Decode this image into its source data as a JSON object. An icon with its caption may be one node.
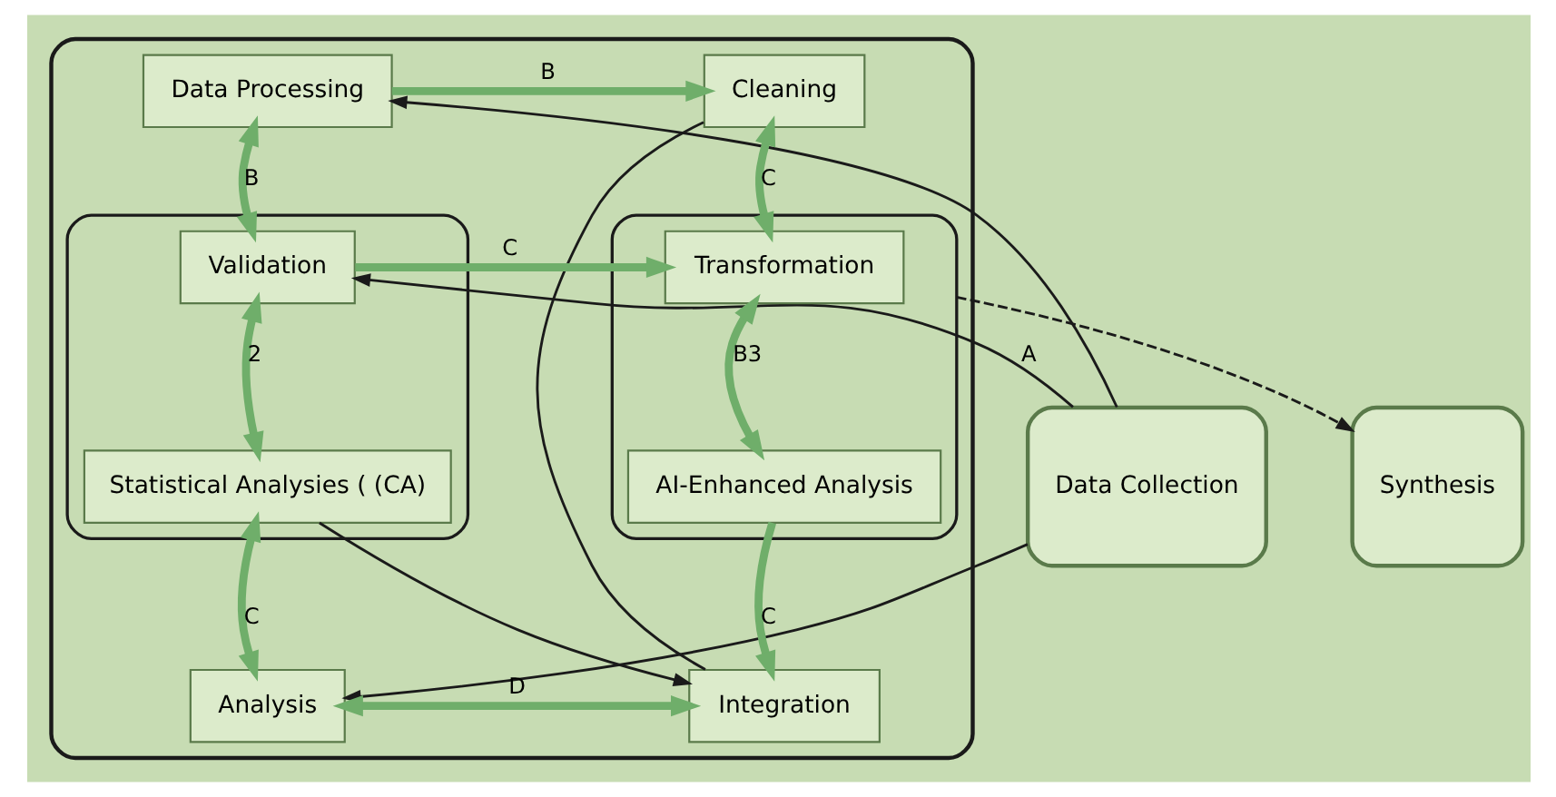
{
  "diagram": {
    "nodes": [
      {
        "text": [
          "Data Collection"
        ]
      },
      {
        "text": [],
        "shape": "box"
      },
      {
        "text": [
          "Data Processing"
        ],
        "in": 1
      },
      {
        "text": [
          "Cleaning"
        ],
        "in": 1
      },
      {
        "text": [],
        "shape": "box",
        "in": 1
      },
      {
        "text": [
          "Validation"
        ],
        "in": 4
      },
      {
        "text": [
          "Statistical Analysies ( (CA)"
        ],
        "in": 4
      },
      {
        "text": [],
        "shape": "box",
        "in": 1
      },
      {
        "text": [
          "Transformation"
        ],
        "in": 7
      },
      {
        "text": [
          "AI-Enhanced Analysis"
        ],
        "in": 7
      },
      {
        "text": [
          "Analysis"
        ],
        "in": 1
      },
      {
        "text": [
          "Integration"
        ],
        "in": 1
      },
      {
        "text": [
          "Synthesis"
        ]
      }
    ],
    "edges": [
      {
        "from": 0,
        "to": 2,
        "arrow": "to",
        "color": "#1a1a1a"
      },
      {
        "from": 0,
        "to": 5,
        "arrow": "to",
        "label": "A",
        "color": "#1a1a1a"
      },
      {
        "from": 0,
        "to": 10,
        "arrow": "to",
        "color": "#1a1a1a"
      },
      {
        "from": 2,
        "to": 3,
        "arrow": "to",
        "label": "B"
      },
      {
        "from": 2,
        "to": 5,
        "arrow": "both",
        "label": "B"
      },
      {
        "from": 5,
        "to": 8,
        "arrow": "to",
        "label": "C"
      },
      {
        "from": 3,
        "to": 8,
        "arrow": "both",
        "label": "C"
      },
      {
        "from": 5,
        "to": 6,
        "arrow": "both",
        "label": "2"
      },
      {
        "from": 8,
        "to": 9,
        "arrow": "both",
        "label": "B3"
      },
      {
        "from": 6,
        "to": 10,
        "arrow": "both",
        "label": "C"
      },
      {
        "from": 6,
        "to": 11,
        "arrow": "to",
        "color": "#1a1a1a"
      },
      {
        "from": 9,
        "to": 11,
        "arrow": "to",
        "label": "C"
      },
      {
        "from": 10,
        "to": 11,
        "arrow": "both",
        "label": "D"
      },
      {
        "from": 3,
        "to": 11,
        "arrow": "none",
        "color": "#1a1a1a"
      },
      {
        "from": 7,
        "to": 12,
        "arrow": "to",
        "style": "dashed",
        "color": "#1a1a1a"
      }
    ]
  }
}
